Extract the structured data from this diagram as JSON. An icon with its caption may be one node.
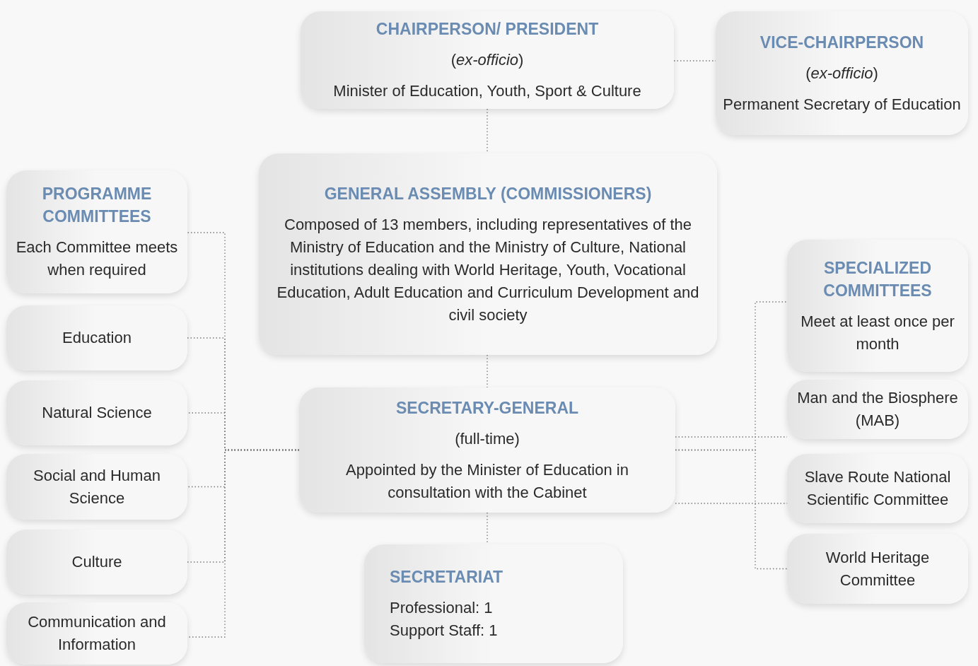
{
  "diagram": {
    "nodes": [
      {
        "text": [
          "CHAIRPERSON/ PRESIDENT",
          "(*ex-officio*)",
          "Minister of Education, Youth, Sport & Culture"
        ]
      },
      {
        "text": [
          "VICE-CHAIRPERSON",
          "(*ex-officio*)",
          "Permanent Secretary of Education"
        ]
      },
      {
        "text": [
          "GENERAL ASSEMBLY (COMMISSIONERS)",
          "Composed of 13 members, including representatives of the Ministry of Education and the Ministry of Culture, National institutions dealing with World Heritage, Youth, Vocational Education, Adult Education and Curriculum Development and civil society"
        ]
      },
      {
        "text": [
          "PROGRAMME COMMITTEES",
          "Each Committee meets when required"
        ]
      },
      {
        "text": [
          "Education"
        ]
      },
      {
        "text": [
          "Natural Science"
        ]
      },
      {
        "text": [
          "Social and Human Science"
        ]
      },
      {
        "text": [
          "Culture"
        ]
      },
      {
        "text": [
          "Communication and Information"
        ]
      },
      {
        "text": [
          "SPECIALIZED COMMITTEES",
          "Meet at least once per month"
        ]
      },
      {
        "text": [
          "SECRETARY-GENERAL",
          "(full-time)",
          "Appointed by the Minister of Education in consultation with the Cabinet"
        ]
      },
      {
        "text": [
          "Man and the Biosphere (MAB)"
        ]
      },
      {
        "text": [
          "Slave Route National Scientific Committee"
        ]
      },
      {
        "text": [
          "World Heritage Committee"
        ]
      },
      {
        "text": [
          "SECRETARIAT",
          "Professional: 1",
          "Support Staff: 1"
        ]
      }
    ],
    "edges": [
      {
        "from": 0,
        "to": 1,
        "arrow": "none"
      },
      {
        "from": 0,
        "to": 2,
        "arrow": "none"
      },
      {
        "from": 2,
        "to": 10,
        "arrow": "none"
      },
      {
        "from": 10,
        "to": 14,
        "arrow": "none"
      },
      {
        "from": 10,
        "to": 3,
        "arrow": "none"
      },
      {
        "from": 10,
        "to": 4,
        "arrow": "none"
      },
      {
        "from": 10,
        "to": 5,
        "arrow": "none"
      },
      {
        "from": 10,
        "to": 6,
        "arrow": "none"
      },
      {
        "from": 10,
        "to": 7,
        "arrow": "none"
      },
      {
        "from": 10,
        "to": 8,
        "arrow": "none"
      },
      {
        "from": 10,
        "to": 9,
        "arrow": "none"
      },
      {
        "from": 10,
        "to": 11,
        "arrow": "none"
      },
      {
        "from": 10,
        "to": 12,
        "arrow": "none"
      },
      {
        "from": 10,
        "to": 13,
        "arrow": "none"
      }
    ]
  }
}
